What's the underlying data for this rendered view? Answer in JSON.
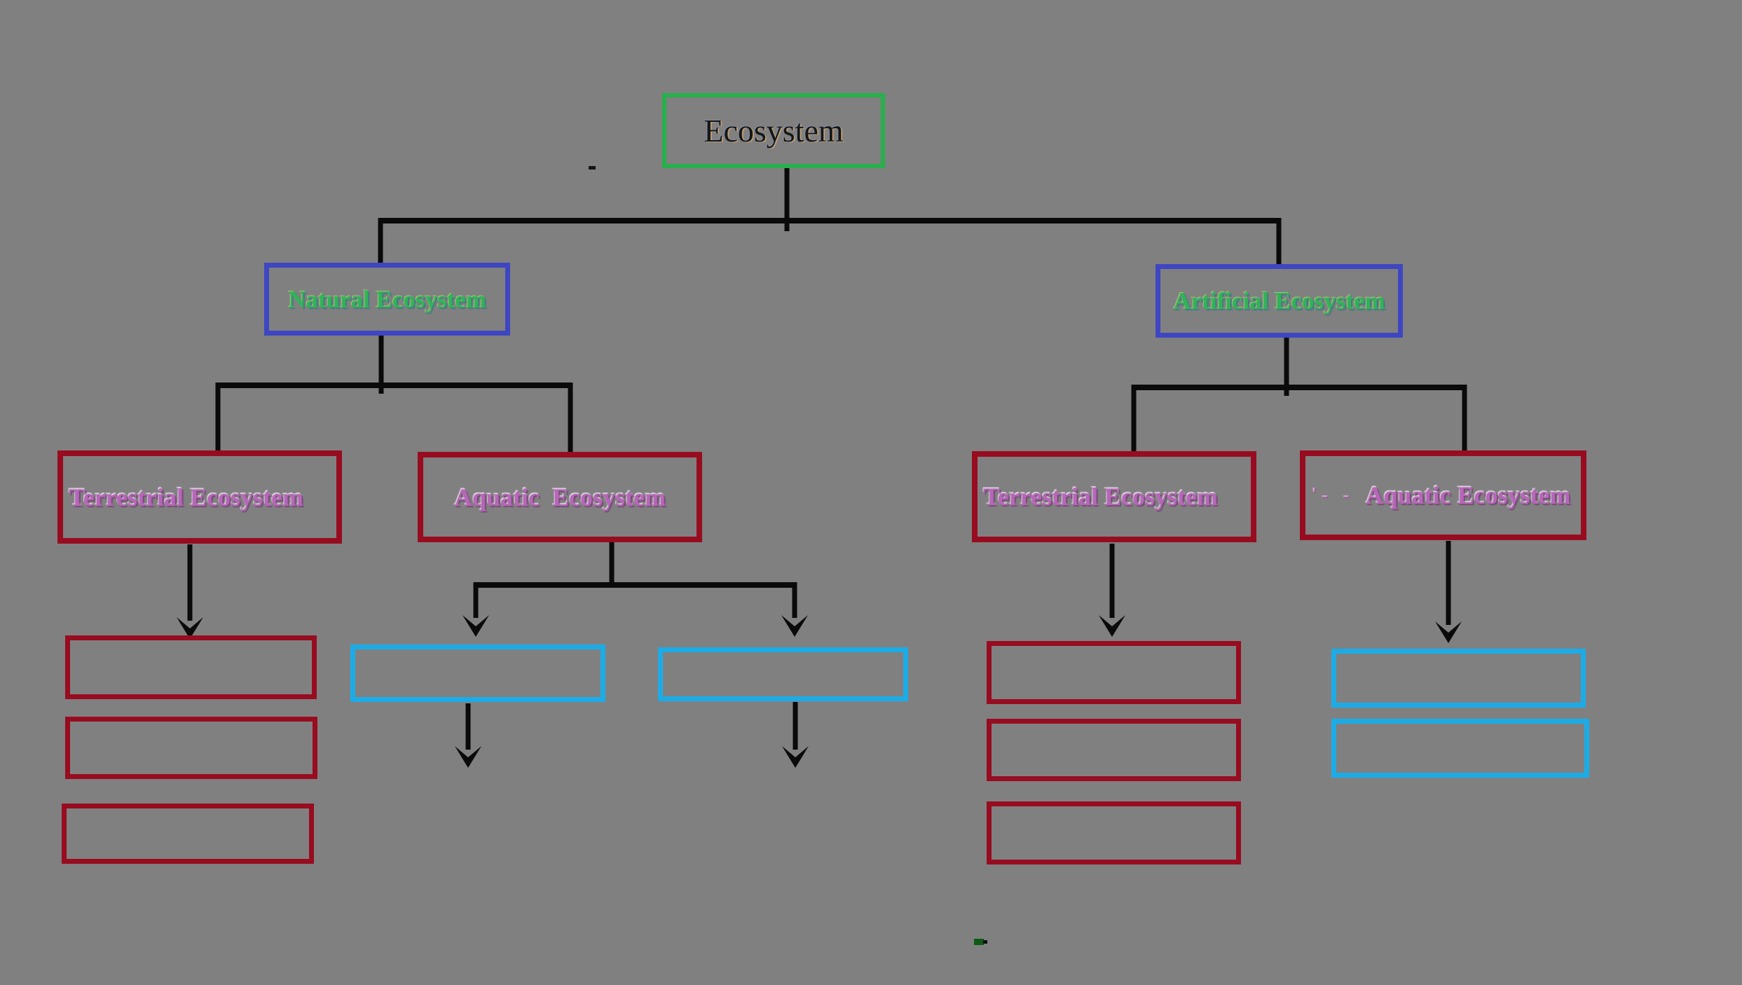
{
  "title": "Ecosystem classification tree diagram",
  "colors": {
    "bg": "#808080",
    "green-border": "#27b04b",
    "blue-border": "#3e46c2",
    "red-border": "#980c20",
    "cyan-border": "#1bace8",
    "line": "#0a0a0a",
    "label-dark": "#161616",
    "label-green": "#2fb457",
    "label-orchid": "#b667b8"
  },
  "nodes": {
    "root": {
      "label": "Ecosystem"
    },
    "natural": {
      "label": "Natural Ecosystem"
    },
    "artificial": {
      "label": "Artificial Ecosystem"
    },
    "natural_terrestrial": {
      "label": "Terrestrial Ecosystem"
    },
    "natural_aquatic": {
      "label": "Aquatic  Ecosystem"
    },
    "artificial_terrestrial": {
      "label": "Terrestrial Ecosystem"
    },
    "artificial_aquatic": {
      "label": "Aquatic Ecosystem",
      "prefix": "'- -"
    }
  },
  "blank_boxes": {
    "under_natural_terrestrial": 3,
    "under_natural_aquatic": 2,
    "under_artificial_terrestrial": 3,
    "under_artificial_aquatic": 2
  }
}
